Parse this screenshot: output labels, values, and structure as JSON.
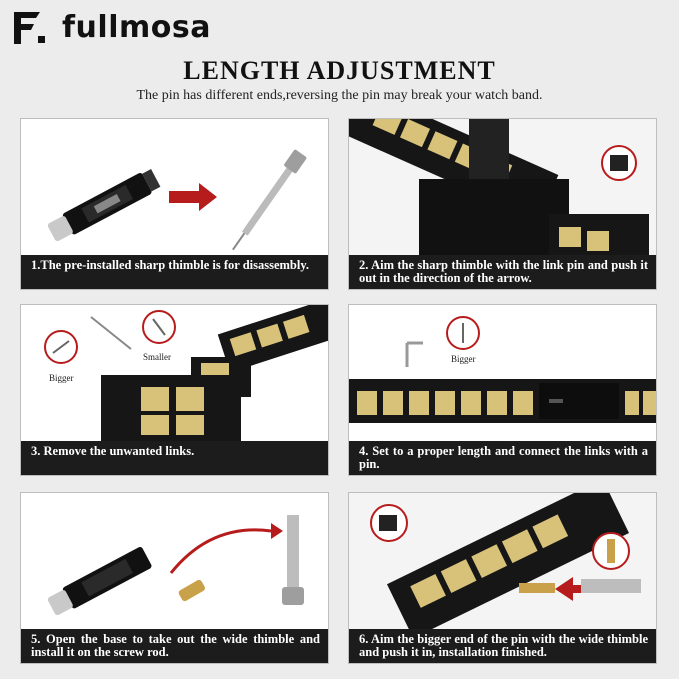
{
  "brand": {
    "name": "fullmosa"
  },
  "header": {
    "title": "LENGTH ADJUSTMENT",
    "subtitle": "The pin has different ends,reversing the pin may break your watch band."
  },
  "steps": [
    {
      "caption": "1.The pre-installed sharp thimble is for disassembly."
    },
    {
      "caption": "2. Aim the sharp thimble with the link pin and push it out in the direction of the arrow."
    },
    {
      "caption": "3. Remove the unwanted links.",
      "labels": {
        "bigger": "Bigger",
        "smaller": "Smaller"
      }
    },
    {
      "caption": "4. Set to a proper length and connect the links with a pin.",
      "labels": {
        "bigger": "Bigger"
      }
    },
    {
      "caption": "5. Open the base to take out the wide thimble and install it on the screw rod."
    },
    {
      "caption": "6. Aim the bigger end of the pin with the wide thimble and push it in, installation finished."
    }
  ],
  "colors": {
    "accent": "#b71c1c",
    "gold": "#d8c27a",
    "band": "#161616"
  }
}
